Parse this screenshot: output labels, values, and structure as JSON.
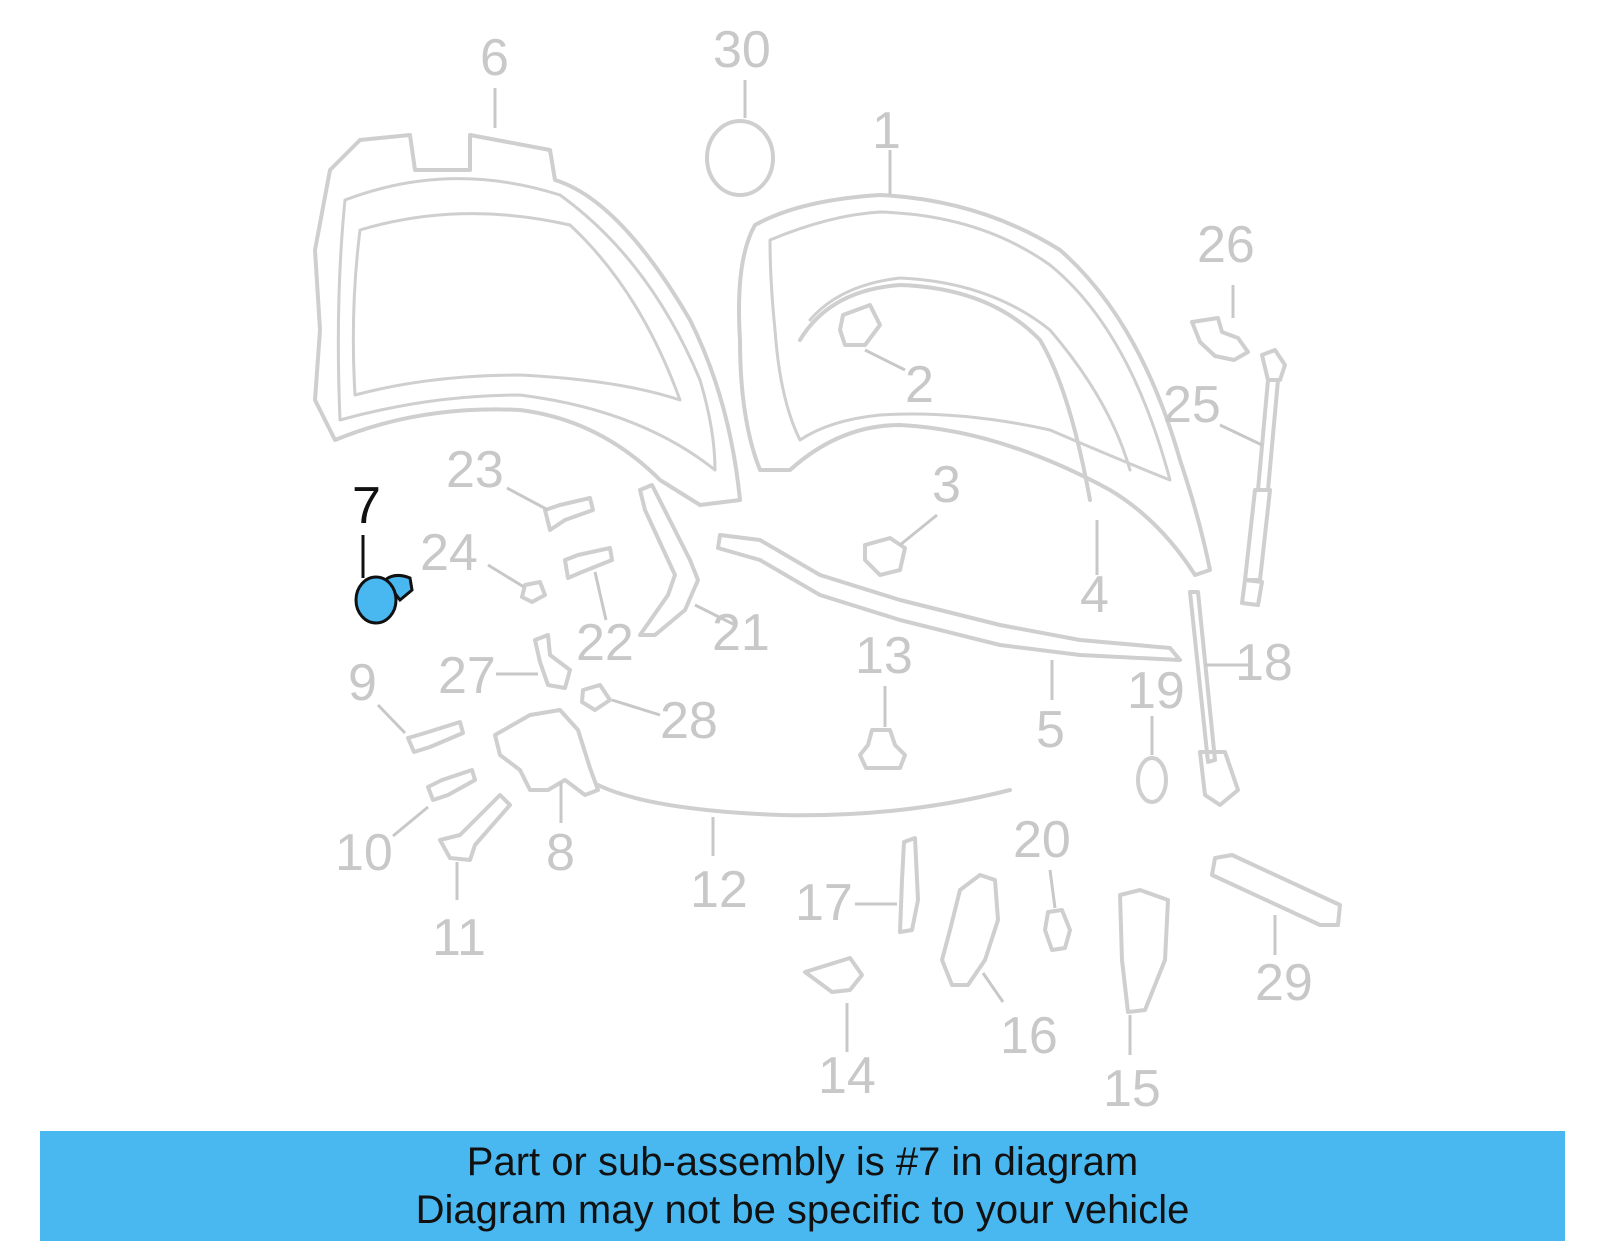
{
  "highlight_color": "#4ab8f0",
  "part_color": "#cfcfcf",
  "highlighted_part": "7",
  "callouts": [
    {
      "id": "1",
      "label": "1"
    },
    {
      "id": "2",
      "label": "2"
    },
    {
      "id": "3",
      "label": "3"
    },
    {
      "id": "4",
      "label": "4"
    },
    {
      "id": "5",
      "label": "5"
    },
    {
      "id": "6",
      "label": "6"
    },
    {
      "id": "7",
      "label": "7"
    },
    {
      "id": "8",
      "label": "8"
    },
    {
      "id": "9",
      "label": "9"
    },
    {
      "id": "10",
      "label": "10"
    },
    {
      "id": "11",
      "label": "11"
    },
    {
      "id": "12",
      "label": "12"
    },
    {
      "id": "13",
      "label": "13"
    },
    {
      "id": "14",
      "label": "14"
    },
    {
      "id": "15",
      "label": "15"
    },
    {
      "id": "16",
      "label": "16"
    },
    {
      "id": "17",
      "label": "17"
    },
    {
      "id": "18",
      "label": "18"
    },
    {
      "id": "19",
      "label": "19"
    },
    {
      "id": "20",
      "label": "20"
    },
    {
      "id": "21",
      "label": "21"
    },
    {
      "id": "22",
      "label": "22"
    },
    {
      "id": "23",
      "label": "23"
    },
    {
      "id": "24",
      "label": "24"
    },
    {
      "id": "25",
      "label": "25"
    },
    {
      "id": "26",
      "label": "26"
    },
    {
      "id": "27",
      "label": "27"
    },
    {
      "id": "28",
      "label": "28"
    },
    {
      "id": "29",
      "label": "29"
    },
    {
      "id": "30",
      "label": "30"
    }
  ],
  "banner": {
    "line1": "Part or sub-assembly is #7 in diagram",
    "line2": "Diagram may not be specific to your vehicle"
  }
}
